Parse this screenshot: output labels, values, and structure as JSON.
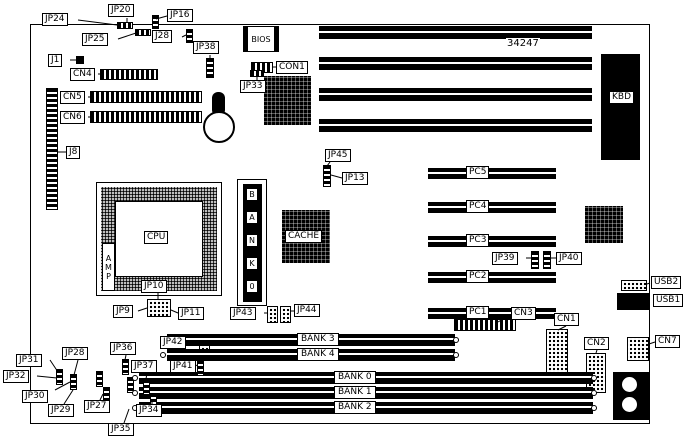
{
  "figure_number": "34247",
  "chips": {
    "bios": "BIOS",
    "kbd": "KBD",
    "cpu": "CPU",
    "amp": "AMP",
    "cache": "CACHE"
  },
  "bank0_module": [
    "B",
    "A",
    "N",
    "K",
    "0"
  ],
  "labels": {
    "jp24": "JP24",
    "jp20": "JP20",
    "jp16": "JP16",
    "jp25": "JP25",
    "j28": "J28",
    "jp38": "JP38",
    "j1": "J1",
    "cn4": "CN4",
    "cn5": "CN5",
    "cn6": "CN6",
    "j8": "J8",
    "con1": "CON1",
    "jp33": "JP33",
    "jp45": "JP45",
    "jp13": "JP13",
    "pc5": "PC5",
    "pc4": "PC4",
    "pc3": "PC3",
    "pc2": "PC2",
    "pc1": "PC1",
    "jp39": "JP39",
    "jp40": "JP40",
    "usb2": "USB2",
    "usb1": "USB1",
    "cn3": "CN3",
    "cn1": "CN1",
    "cn2": "CN2",
    "cn7": "CN7",
    "jp10": "JP10",
    "jp9": "JP9",
    "jp11": "JP11",
    "jp43": "JP43",
    "jp44": "JP44",
    "jp42": "JP42",
    "bank3": "BANK 3",
    "bank4": "BANK 4",
    "bank0": "BANK 0",
    "bank1": "BANK 1",
    "bank2": "BANK 2",
    "jp31": "JP31",
    "jp28": "JP28",
    "jp36": "JP36",
    "jp32": "JP32",
    "jp37": "JP37",
    "jp41": "JP41",
    "jp30": "JP30",
    "jp29": "JP29",
    "jp27": "JP27",
    "jp34": "JP34",
    "jp35": "JP35"
  }
}
